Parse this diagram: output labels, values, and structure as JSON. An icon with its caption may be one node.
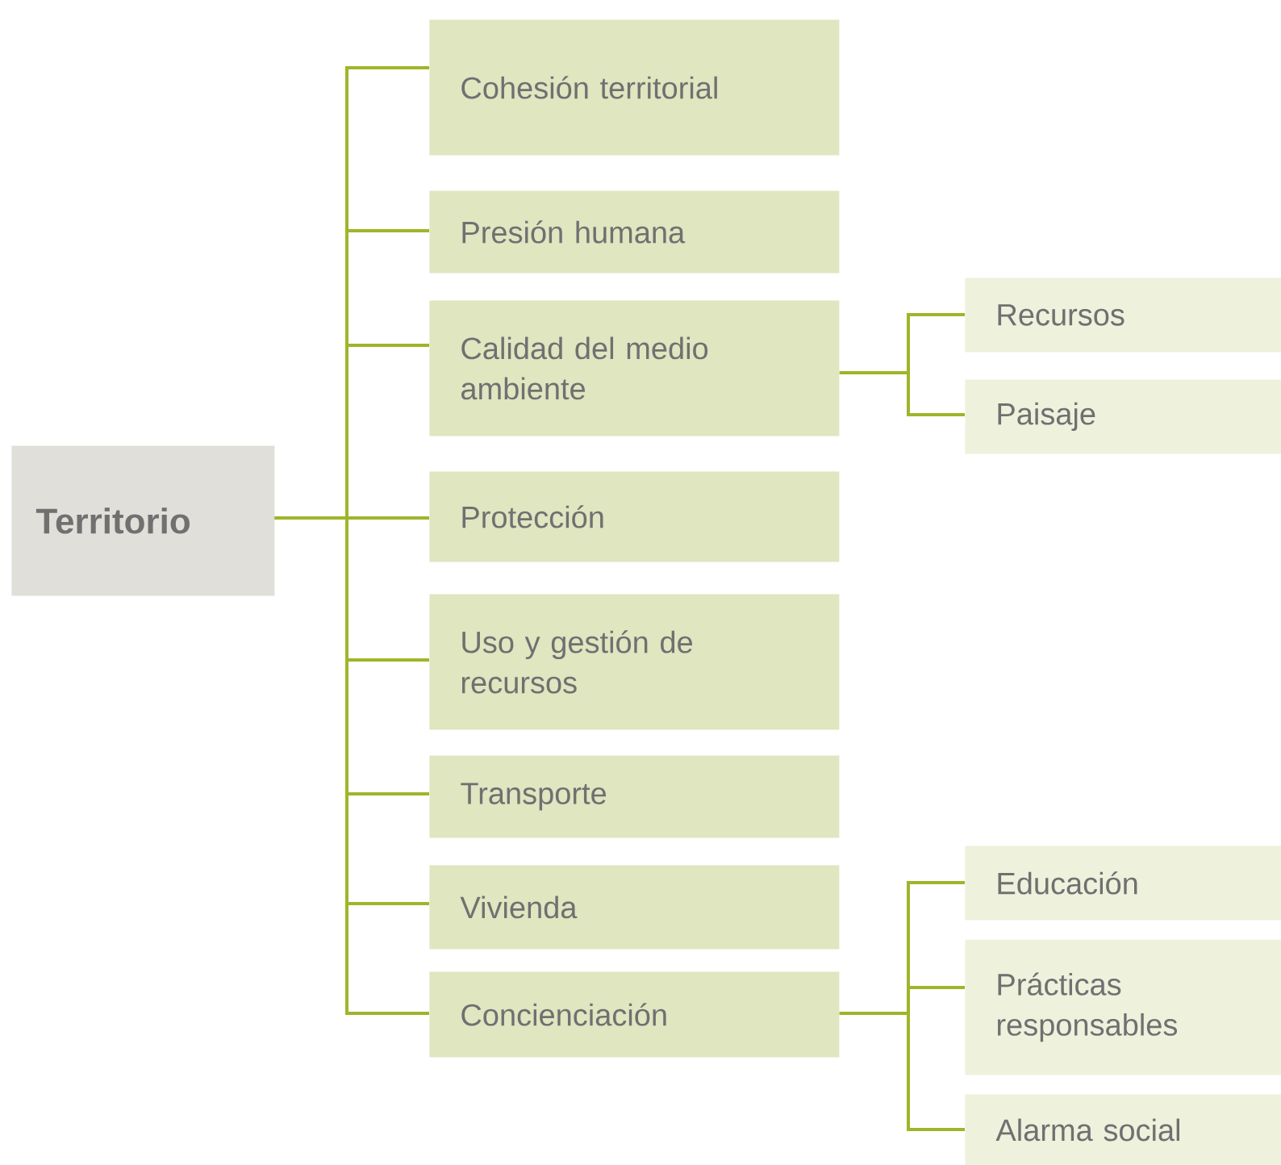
{
  "diagram": {
    "nodes": [
      {
        "text": [
          "Territorio"
        ]
      },
      {
        "text": [
          "Cohesión territorial"
        ]
      },
      {
        "text": [
          "Presión humana"
        ]
      },
      {
        "text": [
          "Calidad del medio ambiente"
        ]
      },
      {
        "text": [
          "Recursos"
        ]
      },
      {
        "text": [
          "Paisaje"
        ]
      },
      {
        "text": [
          "Protección"
        ]
      },
      {
        "text": [
          "Uso y gestión de recursos"
        ]
      },
      {
        "text": [
          "Transporte"
        ]
      },
      {
        "text": [
          "Vivienda"
        ]
      },
      {
        "text": [
          "Concienciación"
        ]
      },
      {
        "text": [
          "Educación"
        ]
      },
      {
        "text": [
          "Prácticas responsables"
        ]
      },
      {
        "text": [
          "Alarma social"
        ]
      }
    ],
    "edges": [
      {
        "from": 0,
        "to": 1,
        "arrow": "none"
      },
      {
        "from": 0,
        "to": 2,
        "arrow": "none"
      },
      {
        "from": 0,
        "to": 3,
        "arrow": "none"
      },
      {
        "from": 0,
        "to": 6,
        "arrow": "none"
      },
      {
        "from": 0,
        "to": 7,
        "arrow": "none"
      },
      {
        "from": 0,
        "to": 8,
        "arrow": "none"
      },
      {
        "from": 0,
        "to": 9,
        "arrow": "none"
      },
      {
        "from": 0,
        "to": 10,
        "arrow": "none"
      },
      {
        "from": 3,
        "to": 4,
        "arrow": "none"
      },
      {
        "from": 3,
        "to": 5,
        "arrow": "none"
      },
      {
        "from": 10,
        "to": 11,
        "arrow": "none"
      },
      {
        "from": 10,
        "to": 12,
        "arrow": "none"
      },
      {
        "from": 10,
        "to": 13,
        "arrow": "none"
      }
    ]
  }
}
